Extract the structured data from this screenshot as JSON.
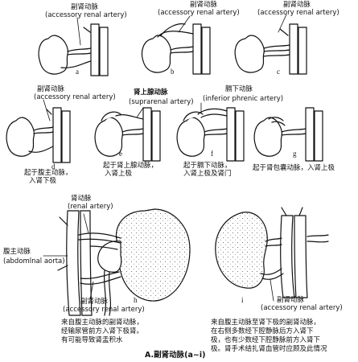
{
  "panels": {
    "a": {
      "letter": "a",
      "cn": "副肾动脉",
      "en": "(accessory renal artery)"
    },
    "b": {
      "letter": "b",
      "cn": "副肾动脉",
      "en": "(accessory renal artery)"
    },
    "c": {
      "letter": "c",
      "cn": "副肾动脉",
      "en": "(accessory renal artery)"
    },
    "d": {
      "letter": "d",
      "cn": "副肾动脉",
      "en": "(accessory renal artery)",
      "note_1": "起于腹主动脉，",
      "note_2": "入肾下极"
    },
    "e": {
      "letter": "e",
      "cn": "肾上腺动脉",
      "en": "(suprarenal artery)",
      "note_1": "起于肾上腺动脉，",
      "note_2": "入肾上极"
    },
    "f": {
      "letter": "f",
      "cn": "膈下动脉",
      "en": "(inferior phrenic artery)",
      "note_1": "起于膈下动脉，",
      "note_2": "入肾上极及肾门"
    },
    "g": {
      "letter": "g",
      "note_1": "起于肾包囊动脉，入肾上极"
    },
    "h": {
      "letter": "h",
      "renal_cn": "肾动脉",
      "renal_en": "(renal artery)",
      "aorta_cn": "腹主动脉",
      "aorta_en": "(abdomlnal aorta)",
      "acc_cn": "副肾动脉",
      "acc_en": "(accessory renal artery)",
      "note_1": "来自腹主动脉的副肾动脉，",
      "note_2": "经输尿管前方入肾下极肾。",
      "note_3": "有可能导致肾盂积水"
    },
    "i": {
      "letter": "i",
      "acc_cn": "副肾动脉",
      "acc_en": "(accessory renal artery)",
      "note_1": "来自腹主动脉至肾下极的副肾动脉，",
      "note_2": "在右侧多数经下腔静脉后方入肾下",
      "note_3": "极，也有少数经下腔静脉前方入肾下",
      "note_4": "极。肾手术结扎肾血管时应顾及此情况"
    }
  },
  "caption": "A.副肾动脉(a~i)"
}
